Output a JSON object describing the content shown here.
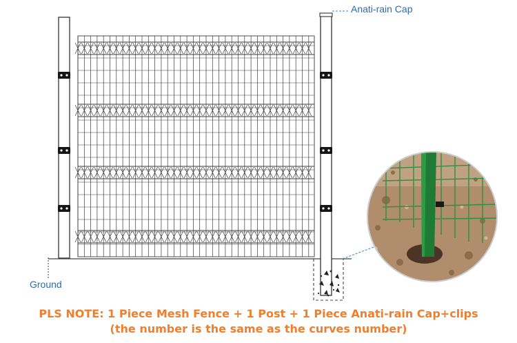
{
  "labels": {
    "cap": "Anati-rain Cap",
    "ground": "Ground"
  },
  "note": {
    "line1": "PLS NOTE: 1 Piece Mesh Fence + 1 Post + 1 Piece Anati-rain Cap+clips",
    "line2": "(the number is the same as the curves number)"
  },
  "colors": {
    "label": "#2b6cb0",
    "note": "#f07f2d",
    "line": "#333333",
    "callout": "#3c8fd6",
    "photo_border": "#cccccc"
  },
  "components": {
    "posts": 2,
    "clips_per_post": 3,
    "mesh_curves": 4
  }
}
